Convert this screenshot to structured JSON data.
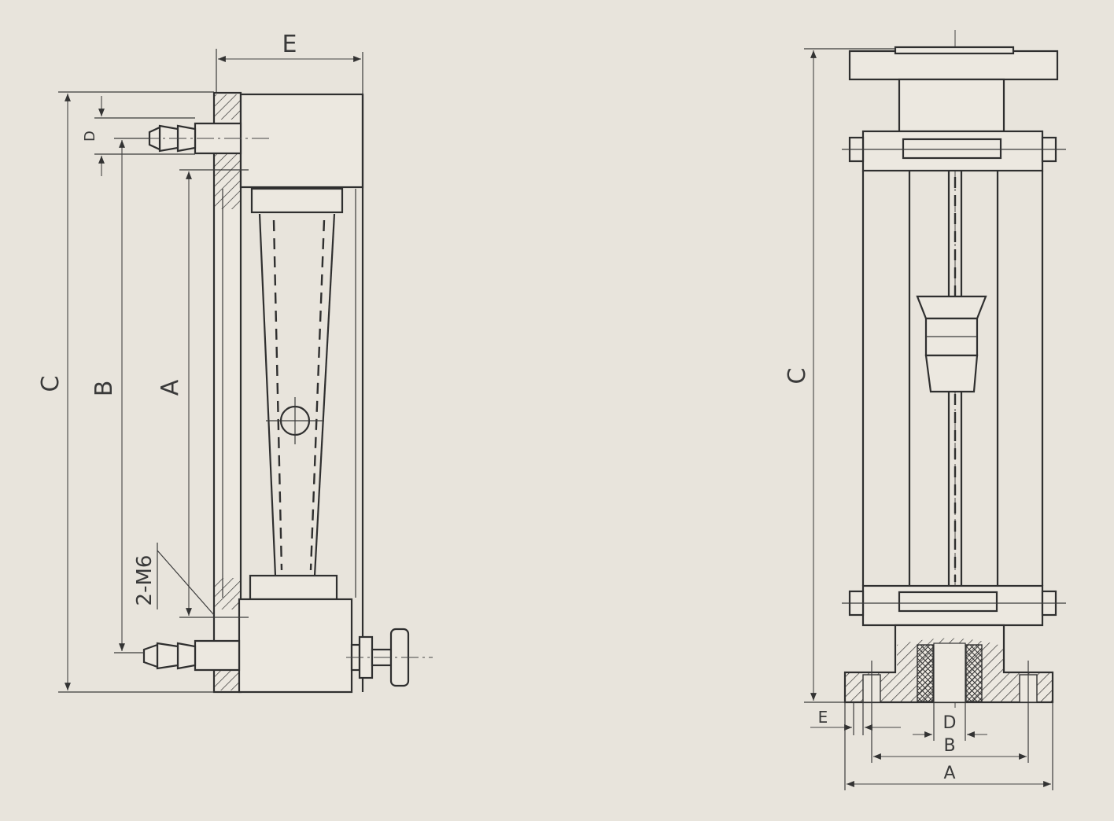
{
  "left_view": {
    "labels": {
      "e": "E",
      "d": "D",
      "c": "C",
      "b": "B",
      "a": "A",
      "thread": "2-M6"
    }
  },
  "right_view": {
    "labels": {
      "c": "C",
      "e": "E",
      "d": "D",
      "b": "B",
      "a": "A"
    }
  },
  "colors": {
    "paper": "#e8e4dc",
    "ink": "#2f2f2f"
  }
}
